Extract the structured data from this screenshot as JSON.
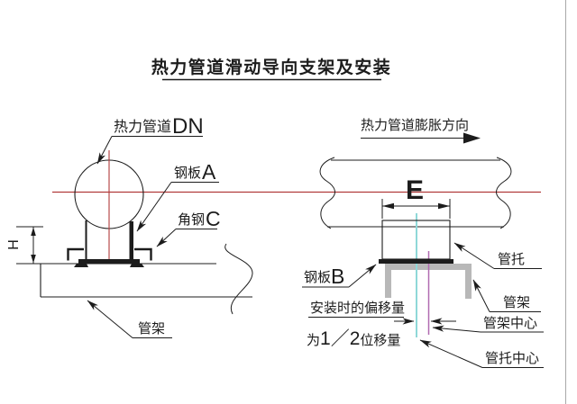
{
  "title": "热力管道滑动导向支架及安装",
  "colors": {
    "centerline_red": "#b13b3b",
    "shoe_center_cyan": "#8fd8d8",
    "rack_center_magenta": "#b06ab0",
    "rack_gray": "#b8b8b8"
  },
  "left_diagram": {
    "pipe_label_prefix": "热力管道",
    "pipe_label_size": "DN",
    "steel_plate_prefix": "钢板",
    "steel_plate_id": "A",
    "angle_steel_prefix": "角钢",
    "angle_steel_id": "C",
    "rack_label": "管架",
    "height_dim_label": "H"
  },
  "right_diagram": {
    "expansion_direction_label": "热力管道膨胀方向",
    "dim_e_label": "E",
    "steel_plate_prefix": "钢板",
    "steel_plate_id": "B",
    "shoe_label": "管托",
    "rack_label": "管架",
    "rack_center_label": "管架中心",
    "shoe_center_label": "管托中心",
    "offset_note_line1": "安装时的偏移量",
    "offset_note_line2_prefix": "为",
    "offset_note_line2_value": "1／2",
    "offset_note_line2_suffix": "位移量"
  }
}
